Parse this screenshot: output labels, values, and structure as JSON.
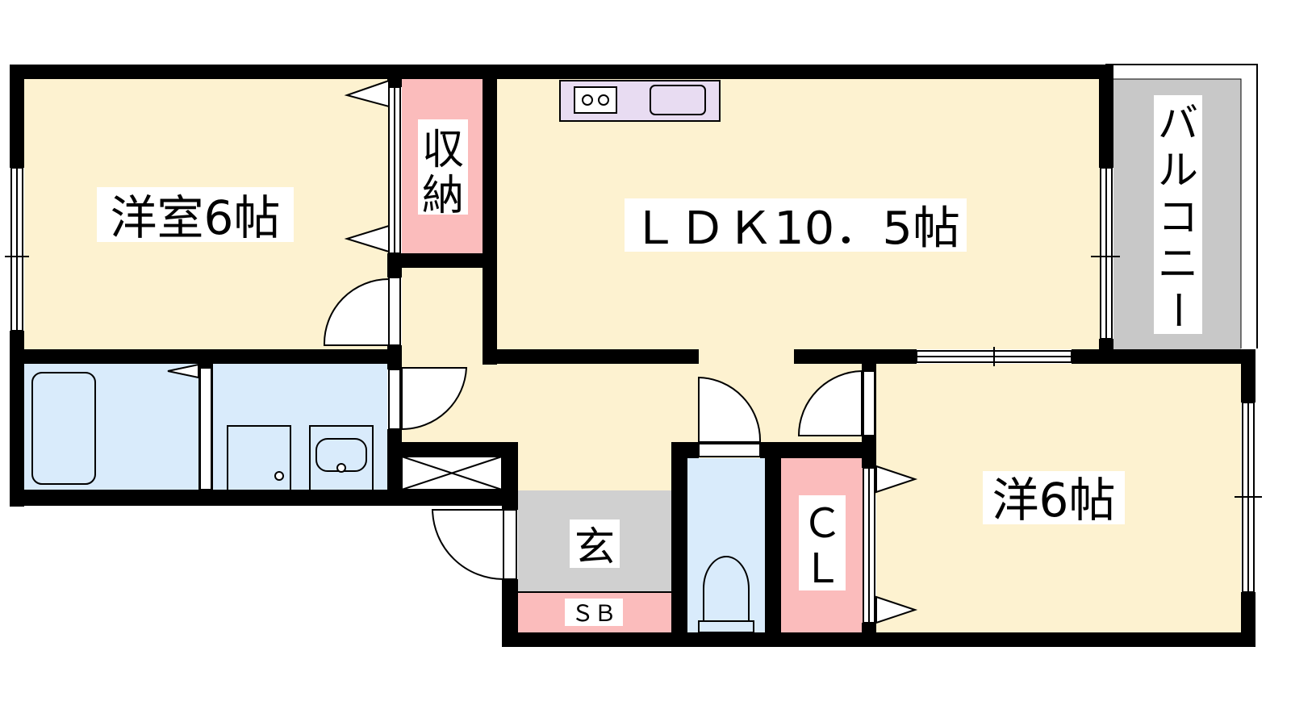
{
  "rooms": {
    "western_room_1": "洋室6帖",
    "storage": [
      "収",
      "納"
    ],
    "ldk": "ＬＤＫ10．5帖",
    "balcony": [
      "バ",
      "ル",
      "コ",
      "ニ",
      "ー"
    ],
    "western_room_2": "洋6帖",
    "closet": [
      "Ｃ",
      "Ｌ"
    ],
    "entrance": "玄",
    "shoe_box": "ＳＢ"
  },
  "colors": {
    "room_floor": "#fdf2d0",
    "storage": "#fbbcbc",
    "wet_area": "#d9ebfb",
    "entrance": "#d0d0d0",
    "balcony": "#c8c8c8",
    "kitchen": "#e8dcf2",
    "wall": "#000000"
  }
}
